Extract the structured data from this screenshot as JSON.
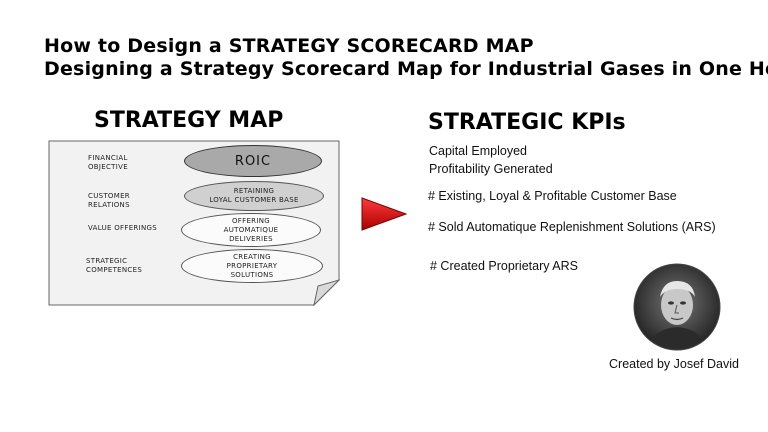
{
  "titles": {
    "line1": "How to Design a STRATEGY SCORECARD MAP",
    "line2": "Designing a Strategy Scorecard Map for Industrial Gases in One Hour"
  },
  "strategy_map": {
    "heading": "STRATEGY MAP",
    "rows": {
      "financial": [
        "FINANCIAL",
        "OBJECTIVE"
      ],
      "customer": [
        "CUSTOMER",
        "RELATIONS"
      ],
      "value": [
        "VALUE OFFERINGS"
      ],
      "competences": [
        "STRATEGIC",
        "COMPETENCES"
      ]
    },
    "objectives": {
      "roic": "ROIC",
      "retaining": [
        "RETAINING",
        "LOYAL CUSTOMER BASE"
      ],
      "offering": [
        "OFFERING",
        "AUTOMATIQUE",
        "DELIVERIES"
      ],
      "creating": [
        "CREATING",
        "PROPRIETARY",
        "SOLUTIONS"
      ]
    }
  },
  "kpis": {
    "heading": "STRATEGIC KPIs",
    "items": [
      "Capital Employed",
      "Profitability Generated",
      "# Existing, Loyal & Profitable Customer Base",
      "# Sold Automatique Replenishment Solutions (ARS)",
      "# Created Proprietary ARS"
    ]
  },
  "credit": "Created by Josef David",
  "colors": {
    "arrow": "#d40000",
    "roic_fill": "#a9a9a9",
    "retaining_fill": "#d0d0d0",
    "card_fill": "#f2f2f2"
  }
}
